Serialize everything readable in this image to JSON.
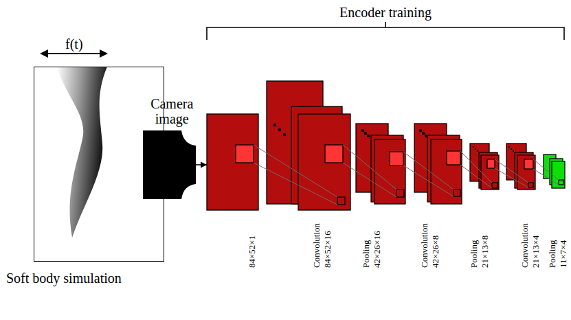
{
  "diagram": {
    "nodes": [
      {
        "text": [
          "Soft body simulation"
        ]
      },
      {
        "text": [
          "Camera image"
        ]
      },
      {
        "text": [
          "84×52×1"
        ]
      },
      {
        "text": [
          "Convolution 84×52×16"
        ]
      },
      {
        "text": [
          "Pooling 42×26×16"
        ]
      },
      {
        "text": [
          "Convolution 42×26×8"
        ]
      },
      {
        "text": [
          "Pooling 21×13×8"
        ]
      },
      {
        "text": [
          "Convolution 21×13×4"
        ]
      },
      {
        "text": [
          "Pooling 11×7×4"
        ]
      }
    ],
    "edges": [
      {
        "from": 1,
        "to": 2,
        "arrow": "to"
      },
      {
        "from": 2,
        "to": 3,
        "arrow": "none"
      },
      {
        "from": 3,
        "to": 4,
        "arrow": "none"
      },
      {
        "from": 4,
        "to": 5,
        "arrow": "none"
      },
      {
        "from": 5,
        "to": 6,
        "arrow": "none"
      },
      {
        "from": 6,
        "to": 7,
        "arrow": "none"
      },
      {
        "from": 7,
        "to": 8,
        "arrow": "none"
      }
    ],
    "labels": [
      "f(t)",
      "Encoder training"
    ]
  }
}
